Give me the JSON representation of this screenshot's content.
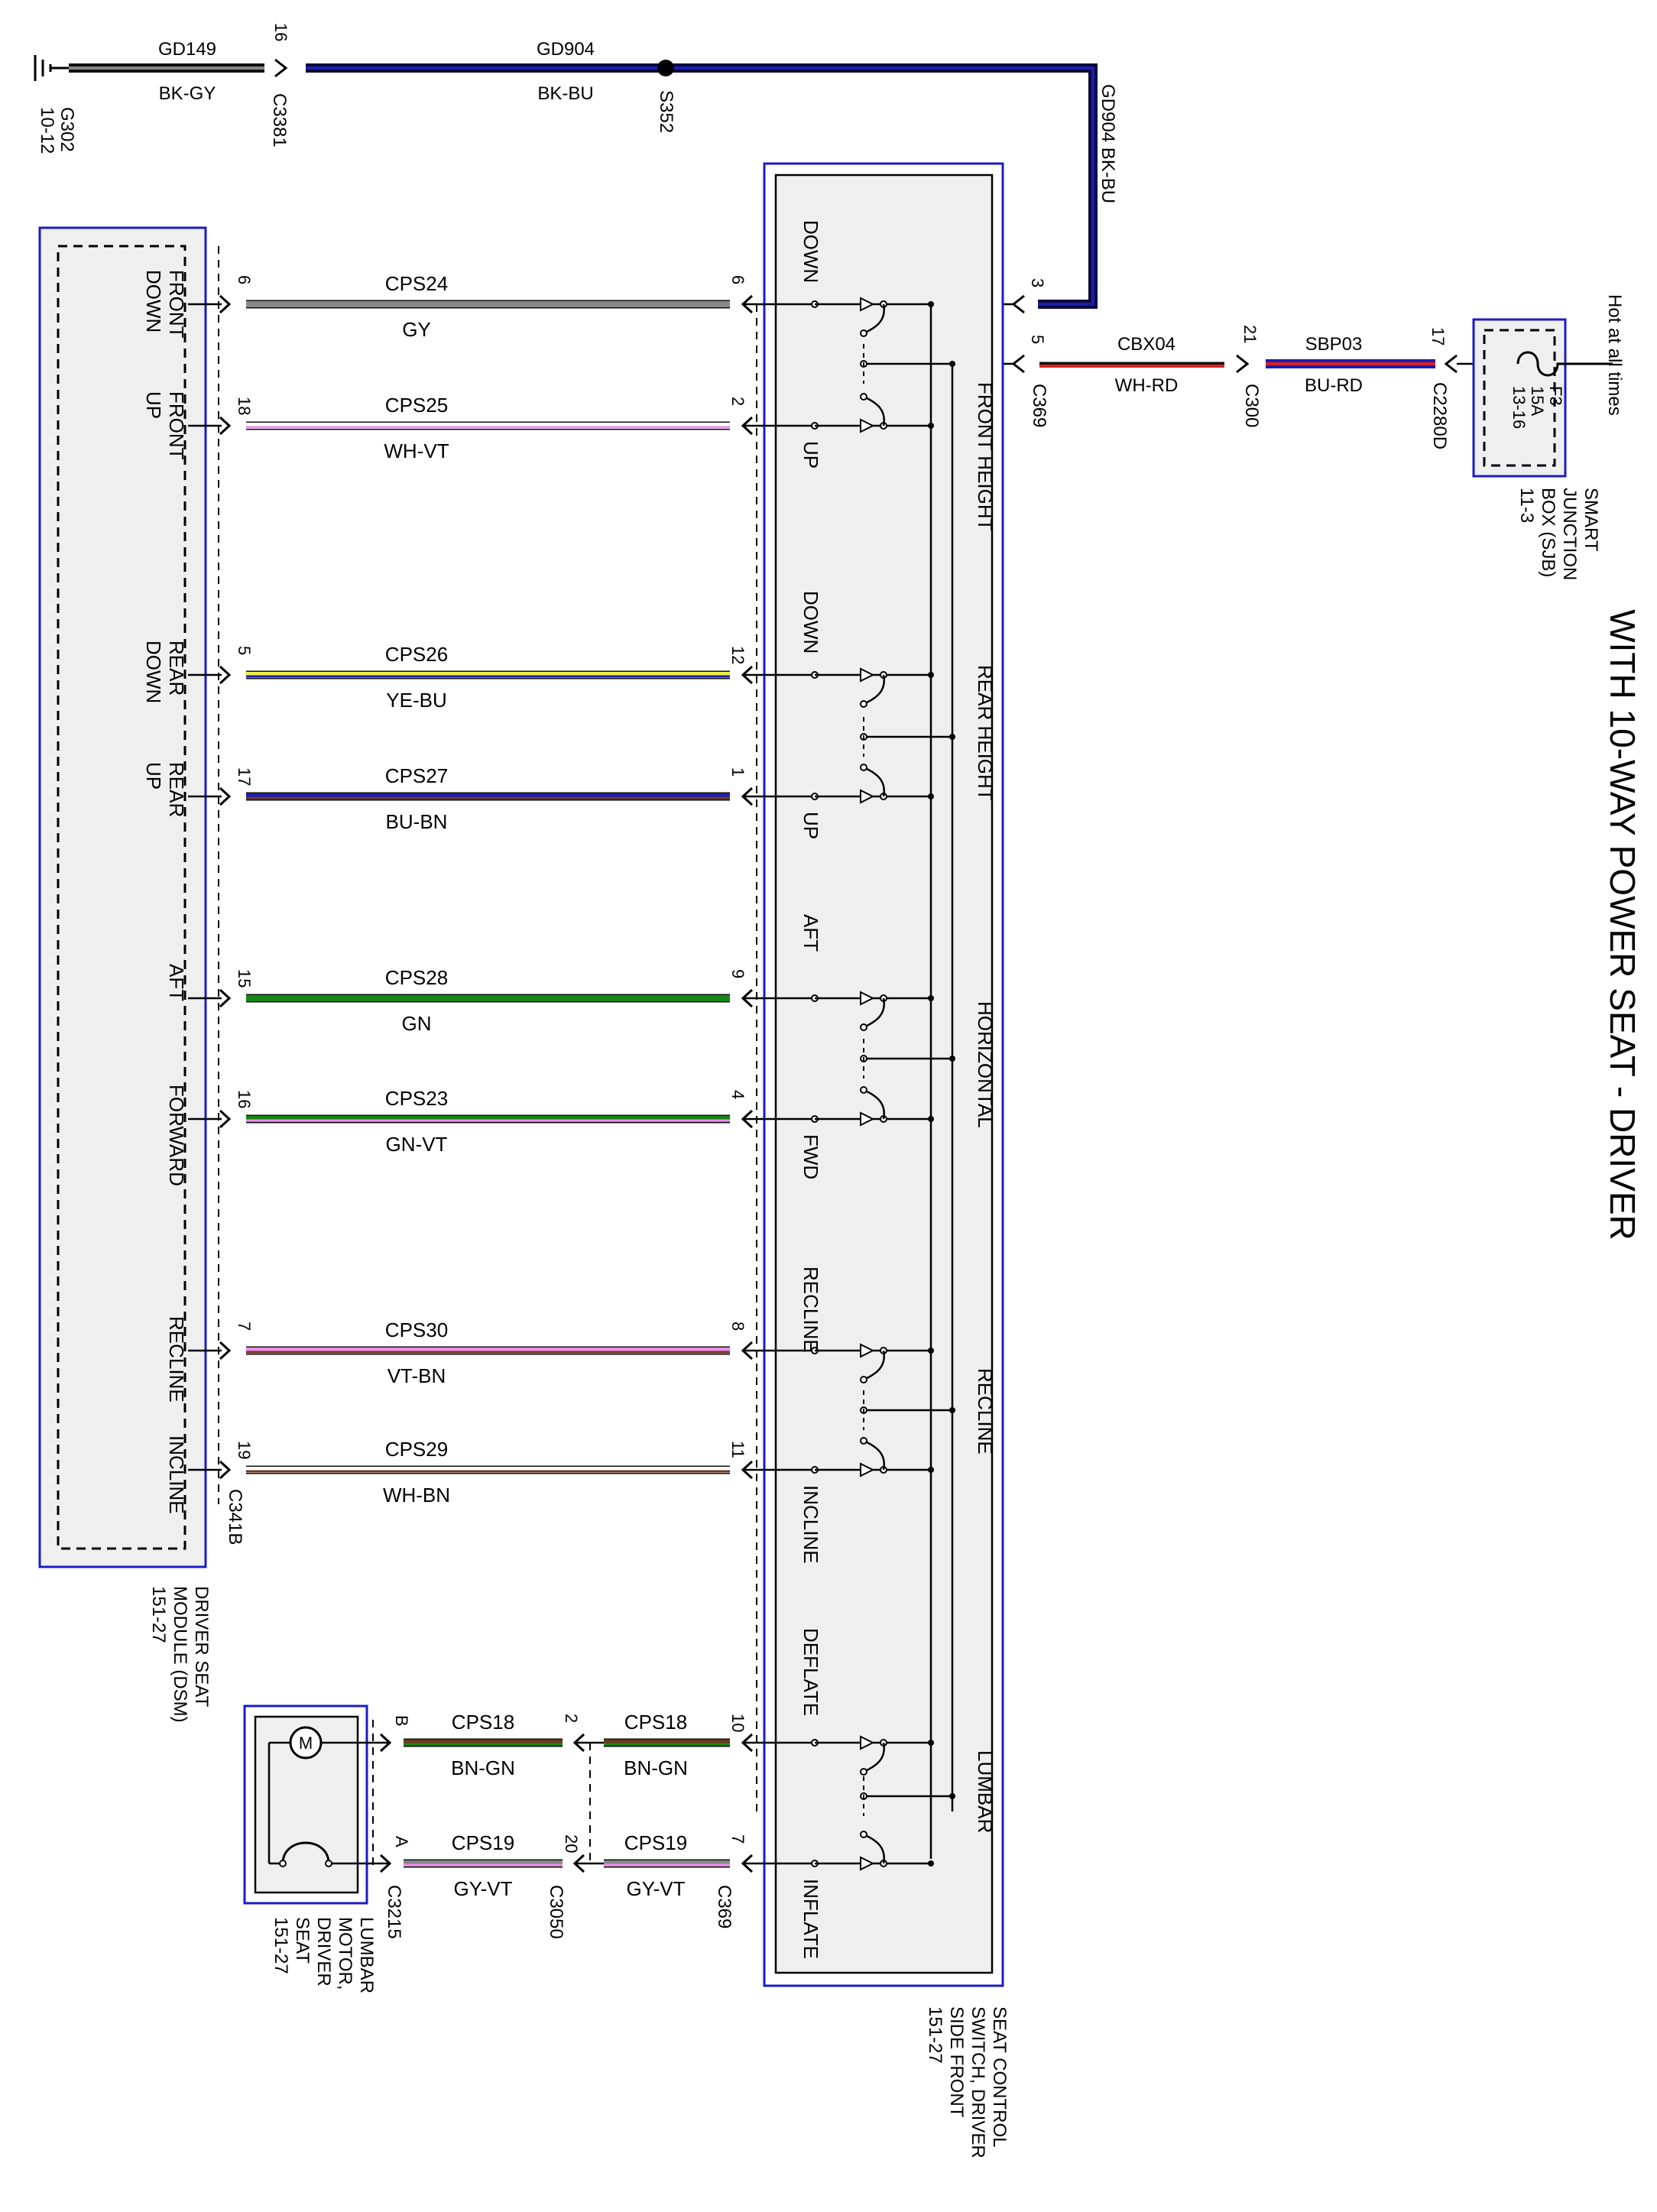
{
  "title": "WITH 10-WAY POWER SEAT - DRIVER",
  "hot_label": "Hot at all times",
  "colors": {
    "module_border": "#1c1cc8",
    "module_fill": "#efefef",
    "BK": "#111111",
    "GY": "#888888",
    "WH": "#ffffff",
    "VT": "#ee8cee",
    "YE": "#eeee44",
    "BU": "#1c1cb4",
    "BN": "#6b3a1e",
    "GN": "#138813",
    "RD": "#dd2020"
  },
  "ground": {
    "name": "G302",
    "ref": "10-12",
    "wire1_id": "GD149",
    "wire1_color": "BK-GY",
    "conn1_pin": "16",
    "conn1": "C3381",
    "wire2_id": "GD904",
    "wire2_color": "BK-BU",
    "splice": "S352",
    "vert_label": "GD904  BK-BU"
  },
  "power": {
    "switch_pin": "3",
    "pin5": "5",
    "conn_c369": "C369",
    "wire1_id": "CBX04",
    "wire1_color": "WH-RD",
    "pin21": "21",
    "conn_c300": "C300",
    "wire2_id": "SBP03",
    "wire2_color": "BU-RD",
    "pin17": "17",
    "conn_c2280d": "C2280D",
    "fuse": "F3",
    "fuse_rating": "15A",
    "fuse_ref": "13-16",
    "sjb_name": "SMART\nJUNCTION\nBOX (SJB)\n11-3"
  },
  "dsm": {
    "name": "DRIVER SEAT\nMODULE (DSM)\n151-27",
    "connector": "C341B"
  },
  "switch_module": {
    "name": "SEAT CONTROL\nSWITCH, DRIVER\nSIDE FRONT\n151-27",
    "groups": [
      "FRONT HEIGHT",
      "REAR HEIGHT",
      "HORIZONTAL",
      "RECLINE",
      "LUMBAR"
    ]
  },
  "circuits": [
    {
      "dsm_label": "FRONT\nDOWN",
      "dsm_pin": "6",
      "circuit": "CPS24",
      "color": "GY",
      "sw_pin": "6",
      "sw_label": "DOWN"
    },
    {
      "dsm_label": "FRONT\nUP",
      "dsm_pin": "18",
      "circuit": "CPS25",
      "color": "WH-VT",
      "sw_pin": "2",
      "sw_label": "UP"
    },
    {
      "dsm_label": "REAR\nDOWN",
      "dsm_pin": "5",
      "circuit": "CPS26",
      "color": "YE-BU",
      "sw_pin": "12",
      "sw_label": "DOWN"
    },
    {
      "dsm_label": "REAR\nUP",
      "dsm_pin": "17",
      "circuit": "CPS27",
      "color": "BU-BN",
      "sw_pin": "1",
      "sw_label": "UP"
    },
    {
      "dsm_label": "AFT",
      "dsm_pin": "15",
      "circuit": "CPS28",
      "color": "GN",
      "sw_pin": "9",
      "sw_label": "AFT"
    },
    {
      "dsm_label": "FORWARD",
      "dsm_pin": "16",
      "circuit": "CPS23",
      "color": "GN-VT",
      "sw_pin": "4",
      "sw_label": "FWD"
    },
    {
      "dsm_label": "RECLINE",
      "dsm_pin": "7",
      "circuit": "CPS30",
      "color": "VT-BN",
      "sw_pin": "8",
      "sw_label": "RECLINE"
    },
    {
      "dsm_label": "INCLINE",
      "dsm_pin": "19",
      "circuit": "CPS29",
      "color": "WH-BN",
      "sw_pin": "11",
      "sw_label": "INCLINE"
    }
  ],
  "lumbar": {
    "motor_name": "LUMBAR\nMOTOR,\nDRIVER\nSEAT\n151-27",
    "motor_symbol": "M",
    "conn_motor": "C3215",
    "conn_mid": "C3050",
    "conn_sw": "C369",
    "wires": [
      {
        "motor_pin": "B",
        "circuit": "CPS18",
        "color": "BN-GN",
        "mid_pin": "2",
        "sw_pin": "10",
        "sw_label": "DEFLATE"
      },
      {
        "motor_pin": "A",
        "circuit": "CPS19",
        "color": "GY-VT",
        "mid_pin": "20",
        "sw_pin": "7",
        "sw_label": "INFLATE"
      }
    ]
  }
}
